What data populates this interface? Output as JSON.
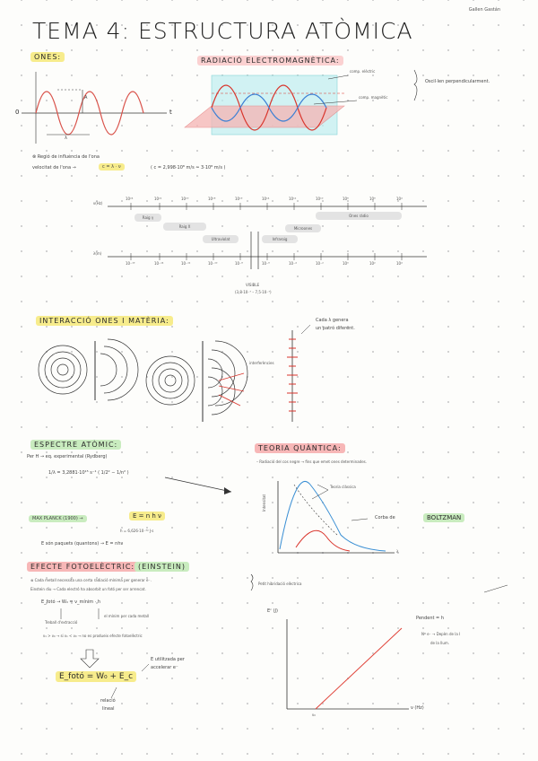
{
  "header": {
    "title": "TEMA 4: ESTRUCTURA ATÒMICA",
    "author": "Gallen Gastán"
  },
  "ones": {
    "heading": "ONES:",
    "axis_origin": "0",
    "axis_end": "t",
    "amp_label": "A",
    "lambda_label": "λ",
    "note_line1": "⊗ Regió de influència de l'ona",
    "note_line2": "velocitat de l'ona →",
    "formula_c": "c = λ · ν",
    "constant": "( c = 2,998·10⁸ m/s ≃ 3·10⁸ m/s )"
  },
  "radiacio": {
    "heading": "RADIACIÓ ELECTROMAGNÈTICA:",
    "label_electric": "comp. elèctric",
    "label_magnetic": "comp. magnètic",
    "oscillen": "Oscil·len perpendicularment."
  },
  "spectrum": {
    "top_label": "ν(Hz)",
    "bottom_label": "λ(m)",
    "top_ticks": [
      "10²⁴",
      "10²²",
      "10²⁰",
      "10¹⁸",
      "10¹⁶",
      "10¹⁴",
      "10¹²",
      "10¹⁰",
      "10⁸",
      "10⁶",
      "10⁴"
    ],
    "bottom_ticks": [
      "10⁻¹⁶",
      "10⁻¹⁴",
      "10⁻¹²",
      "10⁻¹⁰",
      "10⁻⁸",
      "10⁻⁶",
      "10⁻⁴",
      "10⁻²",
      "10⁰",
      "10²",
      "10⁴"
    ],
    "bands": [
      {
        "name": "Raig γ"
      },
      {
        "name": "Raig X"
      },
      {
        "name": "Ultraviolat"
      },
      {
        "name": "Infraroig"
      },
      {
        "name": "Microones"
      },
      {
        "name": "Ones ràdio"
      }
    ],
    "visible_label": "VISIBLE",
    "visible_range": "(3,8·10⁻⁷ – 7,5·10⁻⁷)"
  },
  "interaccio": {
    "heading": "INTERACCIÓ ONES I MATÈRIA:",
    "note_line1": "Cada λ genera",
    "note_line2": "un patró diferent.",
    "label_interference": "interferències"
  },
  "espectre": {
    "heading": "ESPECTRE ATÒMIC:",
    "line1": "Per H → eq. experimental (Rydberg)",
    "formula": "1/λ = 3,2881·10¹⁵ s⁻¹ ( 1/2² − 1/n² )",
    "planck_heading": "MAX PLANCK (1900) →",
    "planck_formula": "E = n h ν",
    "planck_constant": "h = 6,626·10⁻³⁴ J·s",
    "quanta": "E són paquets (quantons) → E = nhν"
  },
  "teoria": {
    "heading": "TEORIA QUÀNTICA:",
    "line1": "– Radiació del cos negre → fins que emet ones determinades.",
    "label_classica": "Teoria clàssica",
    "label_corba": "Corba de",
    "label_boltzman": "BOLTZMAN",
    "y_axis": "Intensitat",
    "x_axis": "λ"
  },
  "fotoelectric": {
    "heading": "EFECTE FOTOELÈCTRIC:",
    "einstein": "(EINSTEIN)",
    "line1": "⊗ Cada metall necessita una certa radiació mínima per generar e⁻.",
    "line2": "Einstein diu → Cada electró ha absorbit un fotó per ser arrencat.",
    "side_note": "Petit hibridació elèctrica",
    "eq1": "E_fotó → W₀ = ν_mínim · h",
    "eq1_sub1": "Treball d'extracció",
    "eq1_sub2": "el mínim per cada metall",
    "eq2": "ν₁ > ν₀ → si ν₁ < ν₀ → no es produeix efecte fotoelèctric",
    "final_formula": "E_fotó = W₀ + E_c",
    "final_note1": "E utilitzada per",
    "final_note2": "accelerar e⁻",
    "final_rel1": "relació",
    "final_rel2": "lineal",
    "graph_y": "Eᶜ (J)",
    "graph_x": "ν (Hz)",
    "graph_origin": "ν₀",
    "graph_pend": "Pendent = h",
    "graph_note1": "Nº e⁻ → Depèn de la I",
    "graph_note2": "de la llum."
  },
  "chart_data": {
    "type": "line",
    "x_label": "ν (Hz)",
    "y_label": "Eᶜ (J)",
    "series": [
      {
        "name": "Pendent = h",
        "x": [
          0,
          1
        ],
        "y": [
          0,
          1
        ]
      }
    ]
  }
}
